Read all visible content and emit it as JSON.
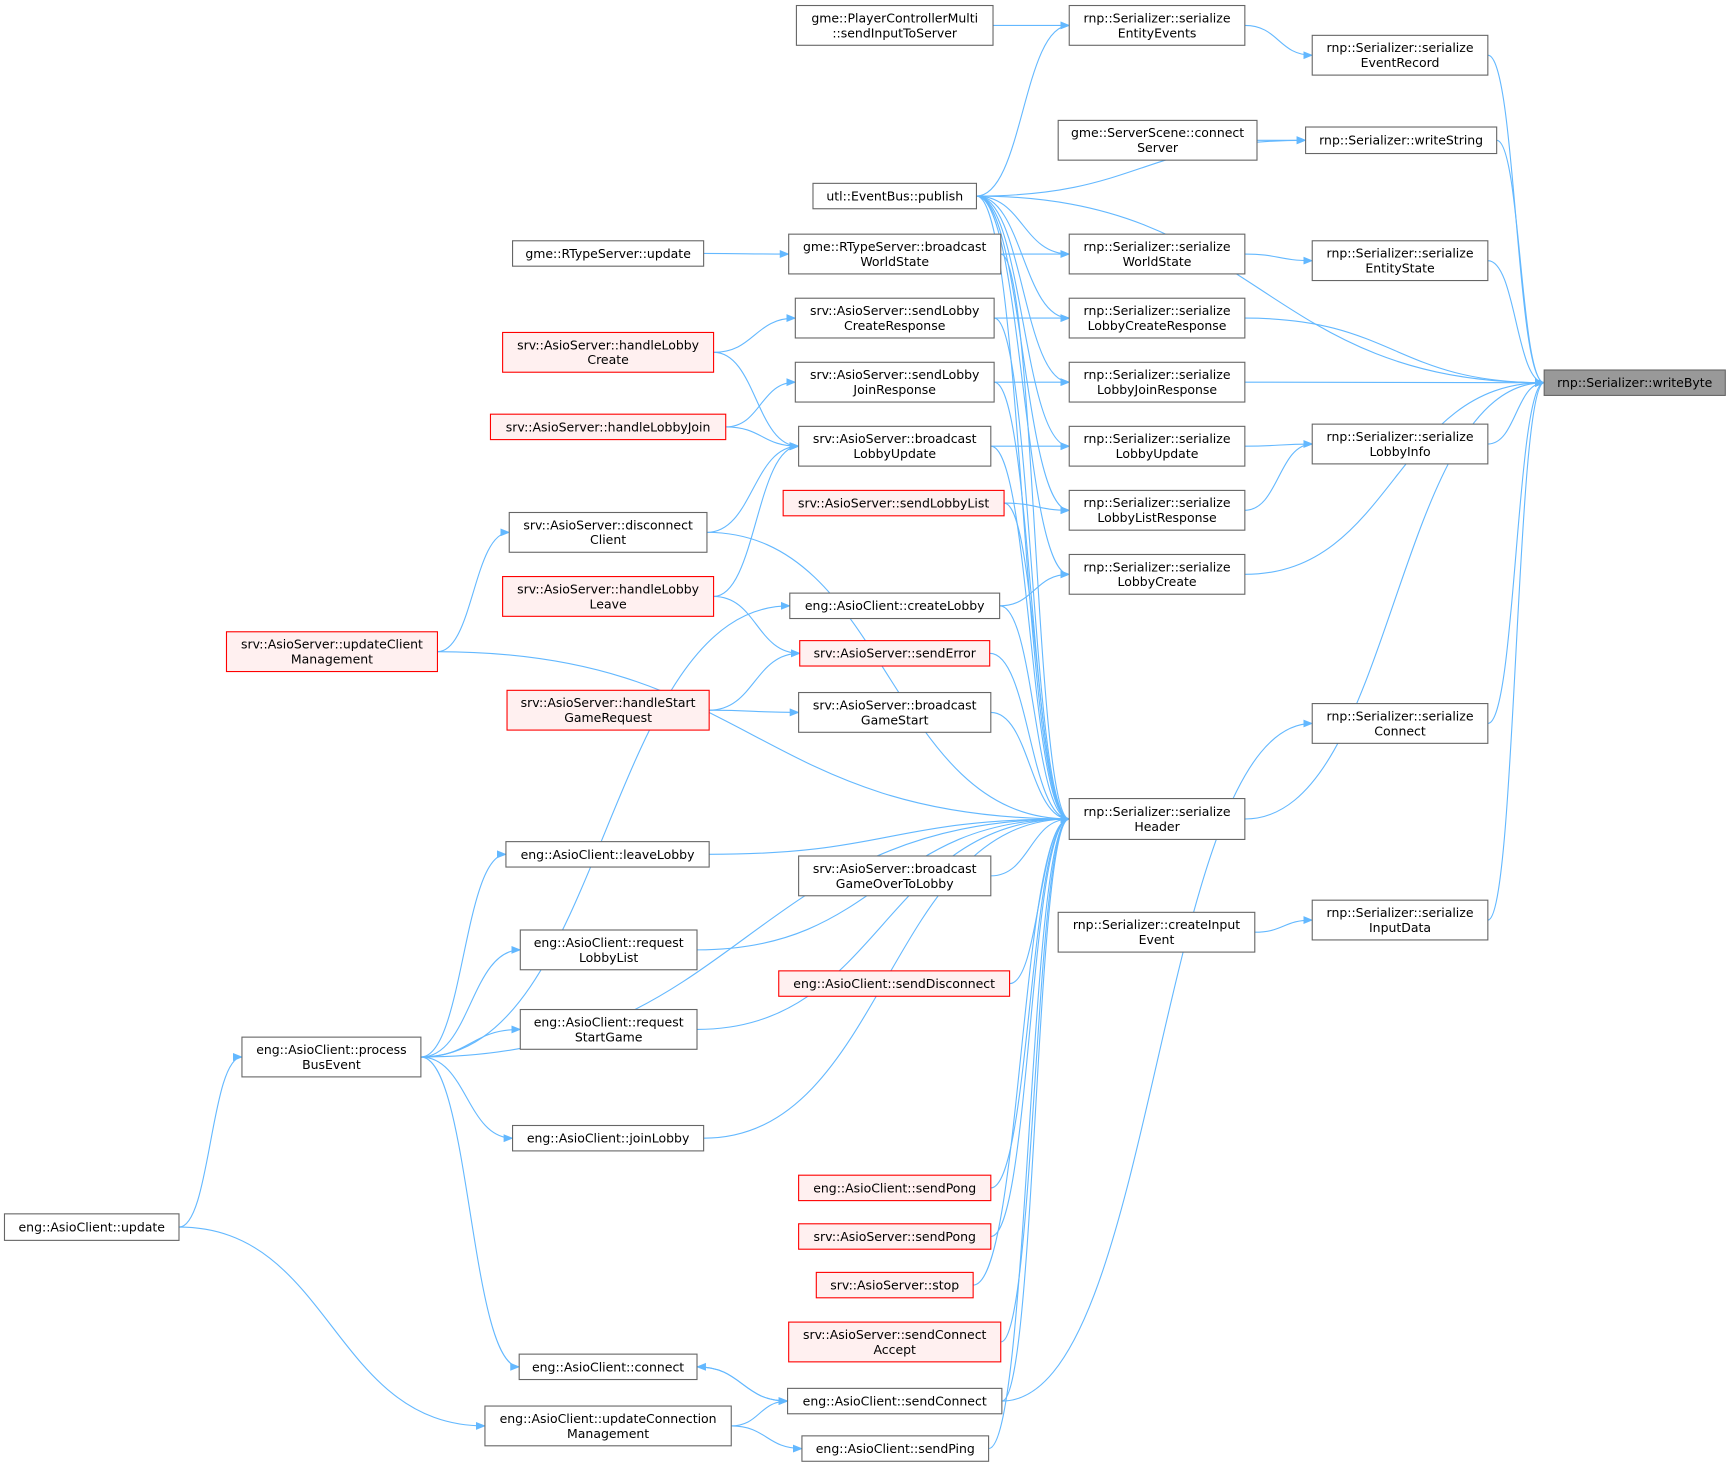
{
  "graph": {
    "type": "caller-graph",
    "colors": {
      "edge": "#63b8ff",
      "focus_fill": "#999999",
      "red_border": "#ff0000",
      "red_fill": "#fff0f0",
      "border": "#666666"
    },
    "nodes": {
      "writeByte": {
        "lines": [
          "rnp::Serializer::writeByte"
        ],
        "style": "focus"
      },
      "EventRecord": {
        "lines": [
          "rnp::Serializer::serialize",
          "EventRecord"
        ]
      },
      "writeString": {
        "lines": [
          "rnp::Serializer::writeString"
        ]
      },
      "EntityState": {
        "lines": [
          "rnp::Serializer::serialize",
          "EntityState"
        ]
      },
      "LobbyInfo": {
        "lines": [
          "rnp::Serializer::serialize",
          "LobbyInfo"
        ]
      },
      "Connect": {
        "lines": [
          "rnp::Serializer::serialize",
          "Connect"
        ]
      },
      "InputData": {
        "lines": [
          "rnp::Serializer::serialize",
          "InputData"
        ]
      },
      "EntityEvents": {
        "lines": [
          "rnp::Serializer::serialize",
          "EntityEvents"
        ]
      },
      "connectServer": {
        "lines": [
          "gme::ServerScene::connect",
          "Server"
        ]
      },
      "WorldState": {
        "lines": [
          "rnp::Serializer::serialize",
          "WorldState"
        ]
      },
      "LobbyCreateResponse": {
        "lines": [
          "rnp::Serializer::serialize",
          "LobbyCreateResponse"
        ]
      },
      "LobbyJoinResponse": {
        "lines": [
          "rnp::Serializer::serialize",
          "LobbyJoinResponse"
        ]
      },
      "LobbyUpdate": {
        "lines": [
          "rnp::Serializer::serialize",
          "LobbyUpdate"
        ]
      },
      "LobbyListResponse": {
        "lines": [
          "rnp::Serializer::serialize",
          "LobbyListResponse"
        ]
      },
      "LobbyCreate": {
        "lines": [
          "rnp::Serializer::serialize",
          "LobbyCreate"
        ]
      },
      "Header": {
        "lines": [
          "rnp::Serializer::serialize",
          "Header"
        ]
      },
      "createInputEvent": {
        "lines": [
          "rnp::Serializer::createInput",
          "Event"
        ]
      },
      "sendInputToServer": {
        "lines": [
          "gme::PlayerControllerMulti",
          "::sendInputToServer"
        ]
      },
      "publish": {
        "lines": [
          "utl::EventBus::publish"
        ]
      },
      "broadcastWorldState": {
        "lines": [
          "gme::RTypeServer::broadcast",
          "WorldState"
        ]
      },
      "sendLobbyCreateResponse": {
        "lines": [
          "srv::AsioServer::sendLobby",
          "CreateResponse"
        ]
      },
      "sendLobbyJoinResponse": {
        "lines": [
          "srv::AsioServer::sendLobby",
          "JoinResponse"
        ]
      },
      "broadcastLobbyUpdate": {
        "lines": [
          "srv::AsioServer::broadcast",
          "LobbyUpdate"
        ]
      },
      "sendLobbyList": {
        "lines": [
          "srv::AsioServer::sendLobbyList"
        ],
        "style": "red"
      },
      "createLobby": {
        "lines": [
          "eng::AsioClient::createLobby"
        ]
      },
      "sendError": {
        "lines": [
          "srv::AsioServer::sendError"
        ],
        "style": "red"
      },
      "broadcastGameStart": {
        "lines": [
          "srv::AsioServer::broadcast",
          "GameStart"
        ]
      },
      "broadcastGameOverToLobby": {
        "lines": [
          "srv::AsioServer::broadcast",
          "GameOverToLobby"
        ]
      },
      "sendDisconnect": {
        "lines": [
          "eng::AsioClient::sendDisconnect"
        ],
        "style": "red"
      },
      "clientSendPong": {
        "lines": [
          "eng::AsioClient::sendPong"
        ],
        "style": "red"
      },
      "serverSendPong": {
        "lines": [
          "srv::AsioServer::sendPong"
        ],
        "style": "red"
      },
      "stop": {
        "lines": [
          "srv::AsioServer::stop"
        ],
        "style": "red"
      },
      "sendConnectAccept": {
        "lines": [
          "srv::AsioServer::sendConnect",
          "Accept"
        ],
        "style": "red"
      },
      "sendConnect": {
        "lines": [
          "eng::AsioClient::sendConnect"
        ]
      },
      "sendPing": {
        "lines": [
          "eng::AsioClient::sendPing"
        ]
      },
      "rtypeUpdate": {
        "lines": [
          "gme::RTypeServer::update"
        ]
      },
      "handleLobbyCreate": {
        "lines": [
          "srv::AsioServer::handleLobby",
          "Create"
        ],
        "style": "red"
      },
      "handleLobbyJoin": {
        "lines": [
          "srv::AsioServer::handleLobbyJoin"
        ],
        "style": "red"
      },
      "disconnectClient": {
        "lines": [
          "srv::AsioServer::disconnect",
          "Client"
        ]
      },
      "handleLobbyLeave": {
        "lines": [
          "srv::AsioServer::handleLobby",
          "Leave"
        ],
        "style": "red"
      },
      "handleStartGameRequest": {
        "lines": [
          "srv::AsioServer::handleStart",
          "GameRequest"
        ],
        "style": "red"
      },
      "leaveLobby": {
        "lines": [
          "eng::AsioClient::leaveLobby"
        ]
      },
      "requestLobbyList": {
        "lines": [
          "eng::AsioClient::request",
          "LobbyList"
        ]
      },
      "requestStartGame": {
        "lines": [
          "eng::AsioClient::request",
          "StartGame"
        ]
      },
      "joinLobby": {
        "lines": [
          "eng::AsioClient::joinLobby"
        ]
      },
      "connect": {
        "lines": [
          "eng::AsioClient::connect"
        ]
      },
      "updateConnectionManagement": {
        "lines": [
          "eng::AsioClient::updateConnection",
          "Management"
        ]
      },
      "updateClientManagement": {
        "lines": [
          "srv::AsioServer::updateClient",
          "Management"
        ],
        "style": "red"
      },
      "processBusEvent": {
        "lines": [
          "eng::AsioClient::process",
          "BusEvent"
        ]
      },
      "clientUpdate": {
        "lines": [
          "eng::AsioClient::update"
        ]
      }
    },
    "edges": [
      [
        "writeByte",
        "EventRecord"
      ],
      [
        "writeByte",
        "writeString"
      ],
      [
        "writeByte",
        "publish"
      ],
      [
        "writeByte",
        "EntityState"
      ],
      [
        "writeByte",
        "LobbyCreateResponse"
      ],
      [
        "writeByte",
        "LobbyJoinResponse"
      ],
      [
        "writeByte",
        "LobbyInfo"
      ],
      [
        "writeByte",
        "LobbyCreate"
      ],
      [
        "writeByte",
        "Header"
      ],
      [
        "writeByte",
        "Connect"
      ],
      [
        "writeByte",
        "InputData"
      ],
      [
        "EventRecord",
        "EntityEvents"
      ],
      [
        "EntityEvents",
        "sendInputToServer"
      ],
      [
        "EntityEvents",
        "publish"
      ],
      [
        "writeString",
        "connectServer"
      ],
      [
        "writeString",
        "publish"
      ],
      [
        "EntityState",
        "WorldState"
      ],
      [
        "WorldState",
        "broadcastWorldState"
      ],
      [
        "WorldState",
        "publish"
      ],
      [
        "broadcastWorldState",
        "rtypeUpdate"
      ],
      [
        "LobbyCreateResponse",
        "sendLobbyCreateResponse"
      ],
      [
        "LobbyCreateResponse",
        "publish"
      ],
      [
        "sendLobbyCreateResponse",
        "handleLobbyCreate"
      ],
      [
        "LobbyJoinResponse",
        "sendLobbyJoinResponse"
      ],
      [
        "LobbyJoinResponse",
        "publish"
      ],
      [
        "sendLobbyJoinResponse",
        "handleLobbyJoin"
      ],
      [
        "LobbyInfo",
        "LobbyUpdate"
      ],
      [
        "LobbyInfo",
        "LobbyListResponse"
      ],
      [
        "LobbyUpdate",
        "broadcastLobbyUpdate"
      ],
      [
        "LobbyUpdate",
        "publish"
      ],
      [
        "broadcastLobbyUpdate",
        "handleLobbyCreate"
      ],
      [
        "broadcastLobbyUpdate",
        "handleLobbyJoin"
      ],
      [
        "broadcastLobbyUpdate",
        "disconnectClient"
      ],
      [
        "broadcastLobbyUpdate",
        "handleLobbyLeave"
      ],
      [
        "LobbyListResponse",
        "sendLobbyList"
      ],
      [
        "LobbyListResponse",
        "publish"
      ],
      [
        "LobbyCreate",
        "createLobby"
      ],
      [
        "LobbyCreate",
        "publish"
      ],
      [
        "createLobby",
        "processBusEvent"
      ],
      [
        "sendError",
        "handleLobbyLeave"
      ],
      [
        "sendError",
        "handleStartGameRequest"
      ],
      [
        "broadcastGameStart",
        "handleStartGameRequest"
      ],
      [
        "disconnectClient",
        "updateClientManagement"
      ],
      [
        "Header",
        "publish"
      ],
      [
        "Header",
        "broadcastWorldState"
      ],
      [
        "Header",
        "sendLobbyCreateResponse"
      ],
      [
        "Header",
        "sendLobbyJoinResponse"
      ],
      [
        "Header",
        "broadcastLobbyUpdate"
      ],
      [
        "Header",
        "sendLobbyList"
      ],
      [
        "Header",
        "disconnectClient"
      ],
      [
        "Header",
        "createLobby"
      ],
      [
        "Header",
        "sendError"
      ],
      [
        "Header",
        "broadcastGameStart"
      ],
      [
        "Header",
        "leaveLobby"
      ],
      [
        "Header",
        "broadcastGameOverToLobby"
      ],
      [
        "Header",
        "requestLobbyList"
      ],
      [
        "Header",
        "sendDisconnect"
      ],
      [
        "Header",
        "requestStartGame"
      ],
      [
        "Header",
        "processBusEvent"
      ],
      [
        "Header",
        "joinLobby"
      ],
      [
        "Header",
        "clientSendPong"
      ],
      [
        "Header",
        "serverSendPong"
      ],
      [
        "Header",
        "stop"
      ],
      [
        "Header",
        "sendConnectAccept"
      ],
      [
        "Header",
        "sendConnect"
      ],
      [
        "Header",
        "sendPing"
      ],
      [
        "Header",
        "updateClientManagement"
      ],
      [
        "Connect",
        "sendConnect"
      ],
      [
        "InputData",
        "createInputEvent"
      ],
      [
        "leaveLobby",
        "processBusEvent"
      ],
      [
        "requestLobbyList",
        "processBusEvent"
      ],
      [
        "requestStartGame",
        "processBusEvent"
      ],
      [
        "joinLobby",
        "processBusEvent"
      ],
      [
        "connect",
        "processBusEvent"
      ],
      [
        "processBusEvent",
        "clientUpdate"
      ],
      [
        "updateConnectionManagement",
        "clientUpdate"
      ],
      [
        "sendConnect",
        "connect"
      ],
      [
        "sendConnect",
        "updateConnectionManagement"
      ],
      [
        "connect",
        "sendConnect"
      ],
      [
        "sendPing",
        "updateConnectionManagement"
      ]
    ]
  }
}
